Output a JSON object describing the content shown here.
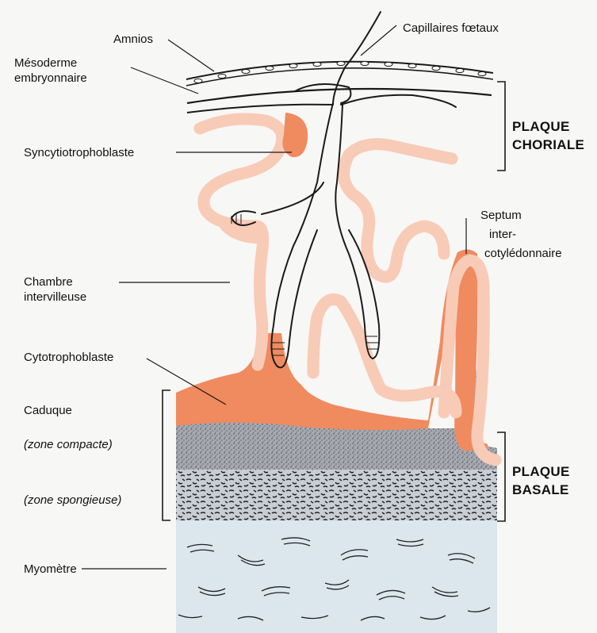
{
  "labels": {
    "amnios": "Amnios",
    "capillaires": "Capillaires fœtaux",
    "mesoderme_1": "Mésoderme",
    "mesoderme_2": "embryonnaire",
    "syncytio": "Syncytiotrophoblaste",
    "septum_1": "Septum",
    "septum_2": "inter-",
    "septum_3": "cotylédonnaire",
    "chambre_1": "Chambre",
    "chambre_2": "intervilleuse",
    "cytotropho": "Cytotrophoblaste",
    "caduque": "Caduque",
    "zone_compacte": "(zone compacte)",
    "zone_spongieuse": "(zone spongieuse)",
    "myometre": "Myomètre"
  },
  "plaques": {
    "choriale_1": "PLAQUE",
    "choriale_2": "CHORIALE",
    "basale_1": "PLAQUE",
    "basale_2": "BASALE"
  },
  "colors": {
    "orange": "#f08a5f",
    "pink": "#f8cbb7",
    "stipple_bg": "#a7a9b0",
    "spongy_bg": "#c9cdd4",
    "myometrium": "#dbe6ed",
    "line": "#1a1a1a"
  }
}
